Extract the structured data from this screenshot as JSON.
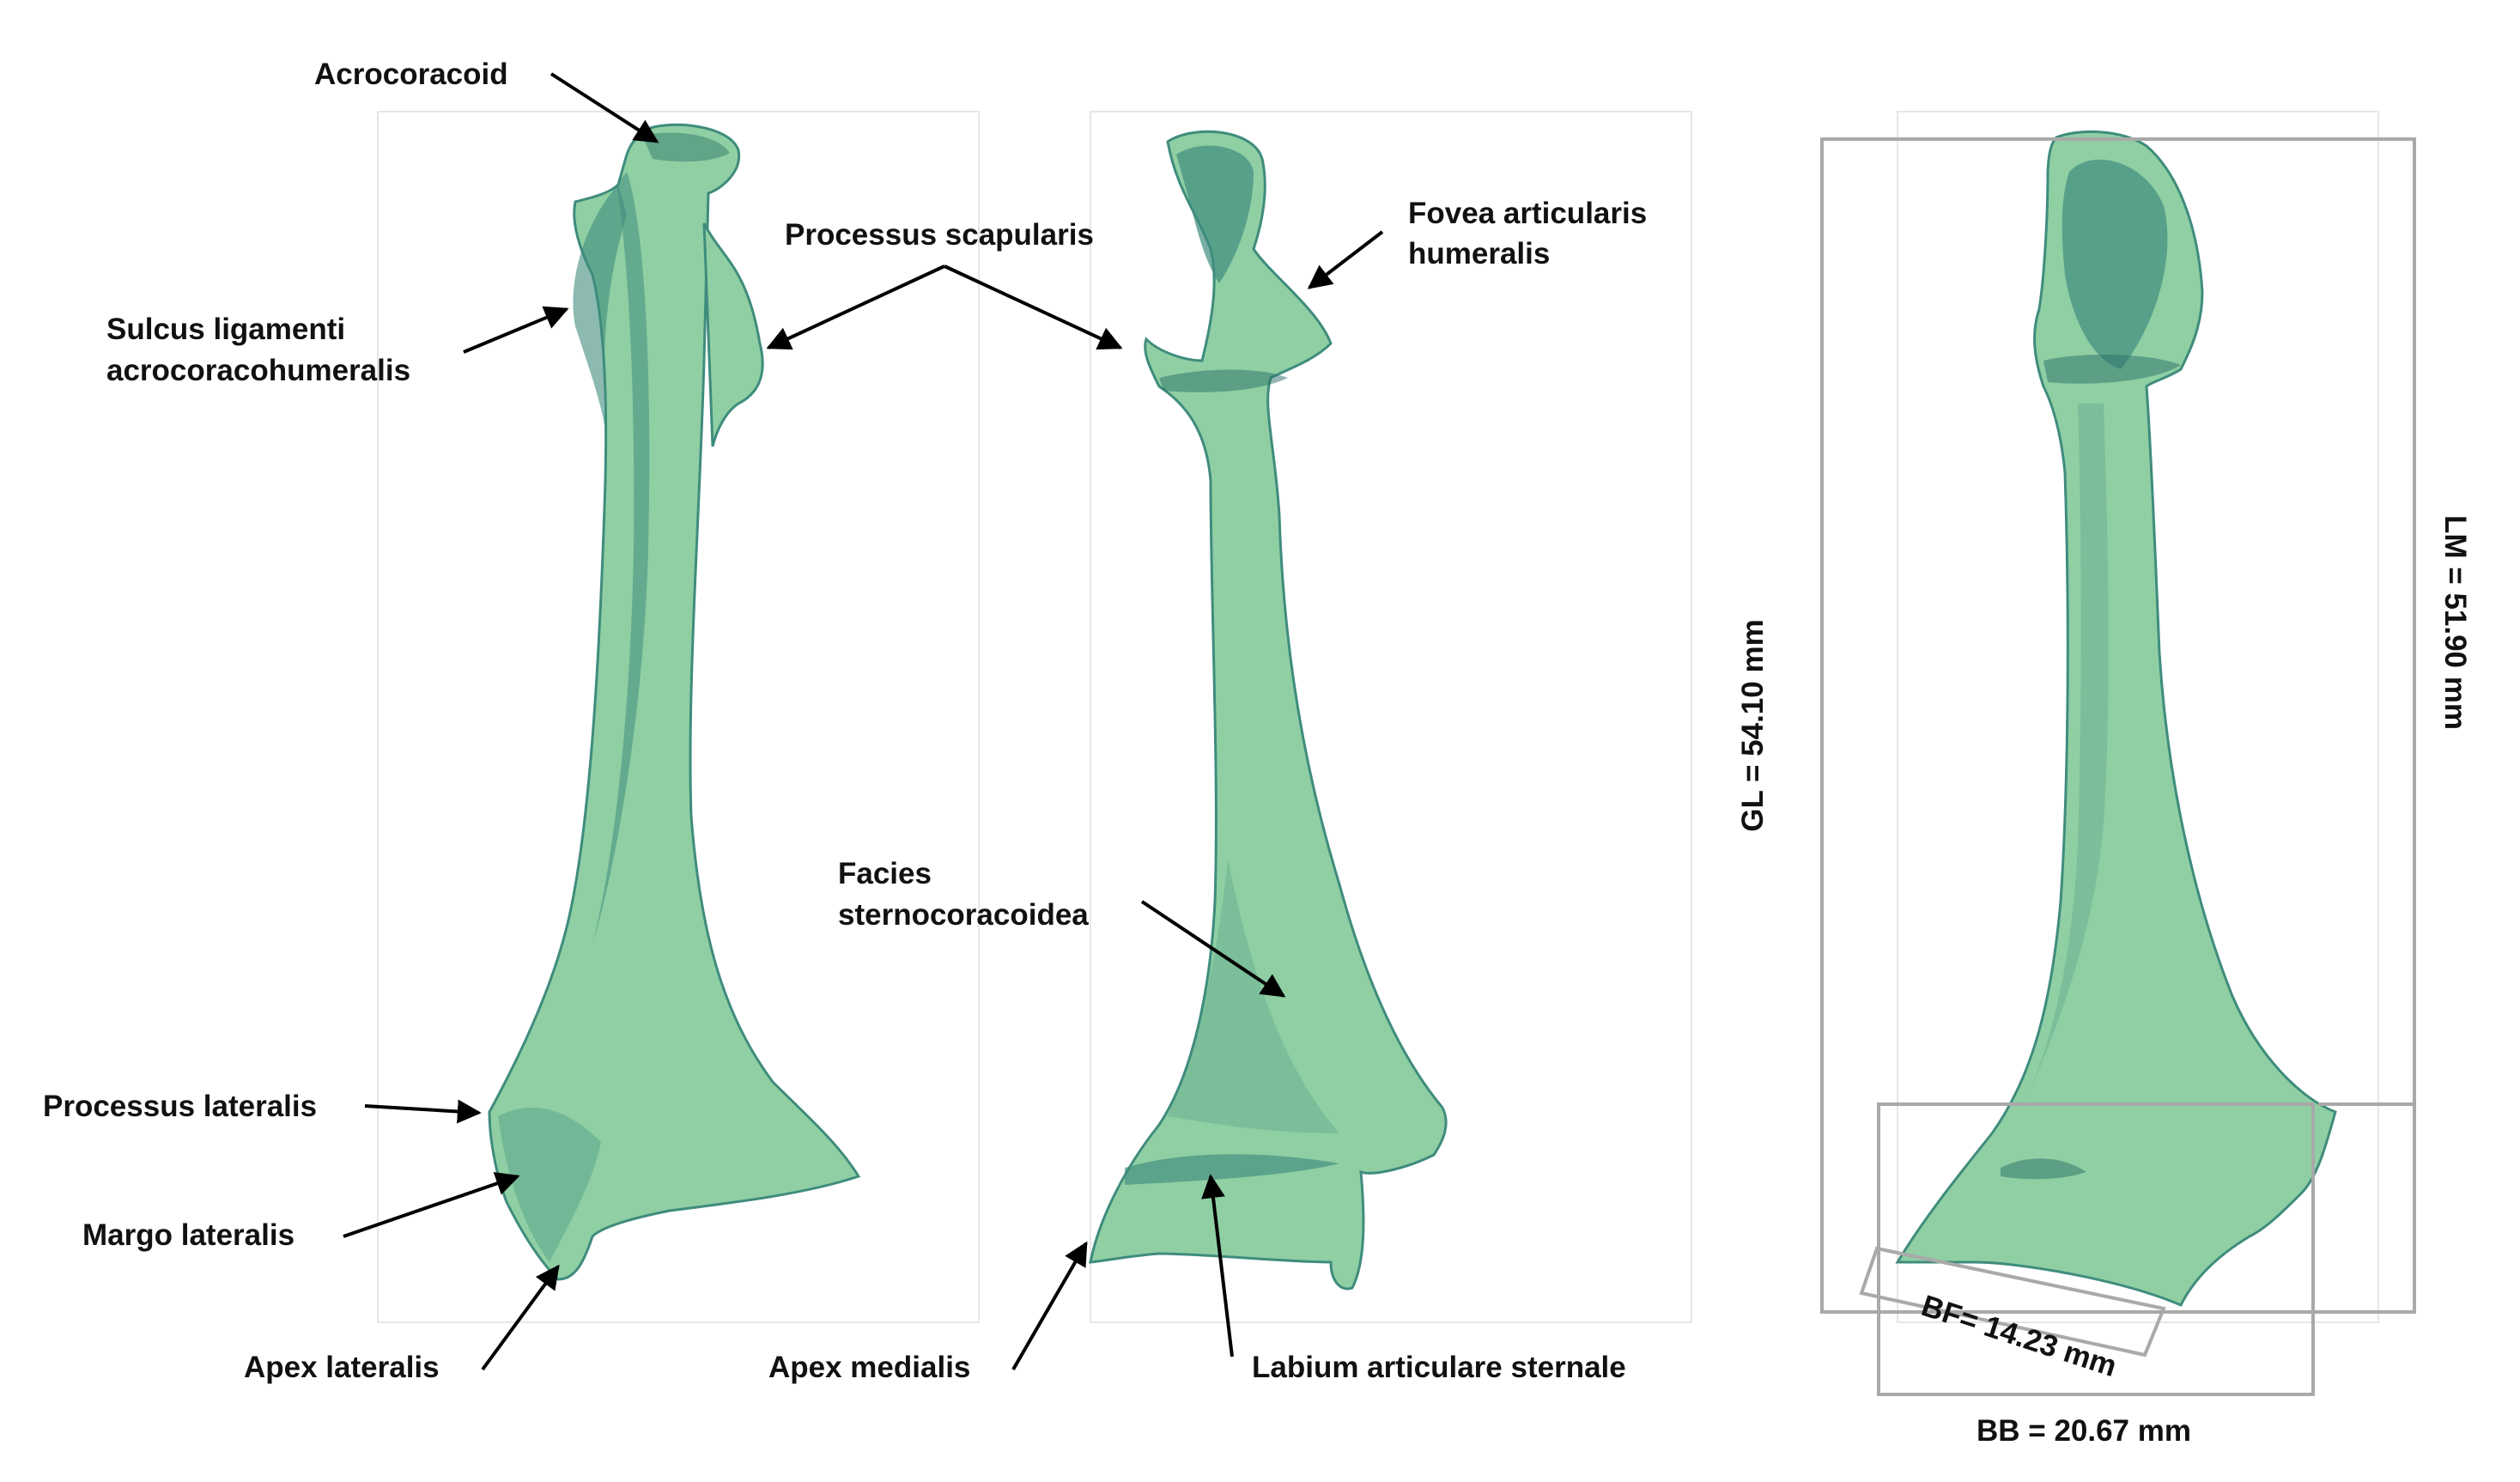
{
  "colors": {
    "bone_fill": "#8fcfa3",
    "bone_shade": "#3f8c7d",
    "bone_dark": "#2b6f67",
    "measure_box": "#a9a9a9",
    "label_text": "#111111"
  },
  "labels": {
    "acrocoracoid": "Acrocoracoid",
    "processus_scapularis": "Processus scapularis",
    "fovea_line1": "Fovea articularis",
    "fovea_line2": "humeralis",
    "sulcus_line1": "Sulcus ligamenti",
    "sulcus_line2": "acrocoracohumeralis",
    "facies_line1": "Facies",
    "facies_line2": "sternocoracoidea",
    "processus_lateralis": "Processus lateralis",
    "margo_lateralis": "Margo lateralis",
    "apex_lateralis": "Apex lateralis",
    "apex_medialis": "Apex medialis",
    "labium_articulare_sternale": "Labium articulare sternale"
  },
  "measurements": {
    "gl": "GL = 54.10 mm",
    "lm": "LM = 51.90 mm",
    "bf": "BF= 14.23 mm",
    "bb": "BB = 20.67 mm"
  }
}
